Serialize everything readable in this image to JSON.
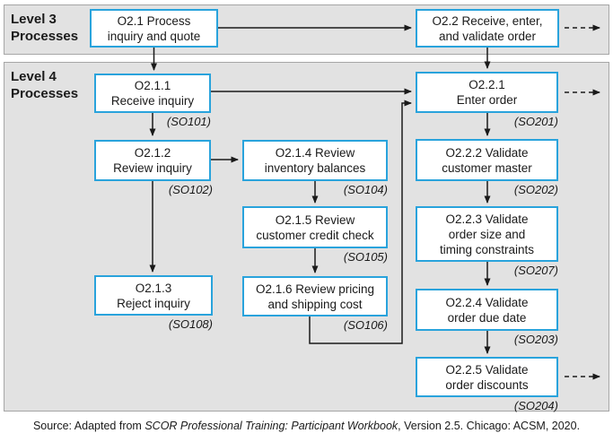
{
  "accent_color": "#29a3dc",
  "band_fill": "#e2e2e2",
  "bands": {
    "level3": "Level 3\nProcesses",
    "level4": "Level 4\nProcesses"
  },
  "boxes": {
    "o21": "O2.1 Process\ninquiry and quote",
    "o22": "O2.2 Receive, enter,\nand validate order",
    "o211": "O2.1.1\nReceive inquiry",
    "o212": "O2.1.2\nReview inquiry",
    "o213": "O2.1.3\nReject inquiry",
    "o214": "O2.1.4 Review\ninventory balances",
    "o215": "O2.1.5 Review\ncustomer credit check",
    "o216": "O2.1.6 Review pricing\nand shipping cost",
    "o221": "O2.2.1\nEnter order",
    "o222": "O2.2.2 Validate\ncustomer master",
    "o223": "O2.2.3 Validate\norder size and\ntiming constraints",
    "o224": "O2.2.4 Validate\norder due date",
    "o225": "O2.2.5 Validate\norder discounts"
  },
  "so_labels": {
    "so101": "(SO101)",
    "so102": "(SO102)",
    "so108": "(SO108)",
    "so104": "(SO104)",
    "so105": "(SO105)",
    "so106": "(SO106)",
    "so201": "(SO201)",
    "so202": "(SO202)",
    "so207": "(SO207)",
    "so203": "(SO203)",
    "so204": "(SO204)"
  },
  "source": {
    "prefix": "Source: Adapted from ",
    "italic": "SCOR Professional Training: Participant Workbook",
    "suffix": ", Version 2.5. Chicago: ACSM, 2020."
  }
}
